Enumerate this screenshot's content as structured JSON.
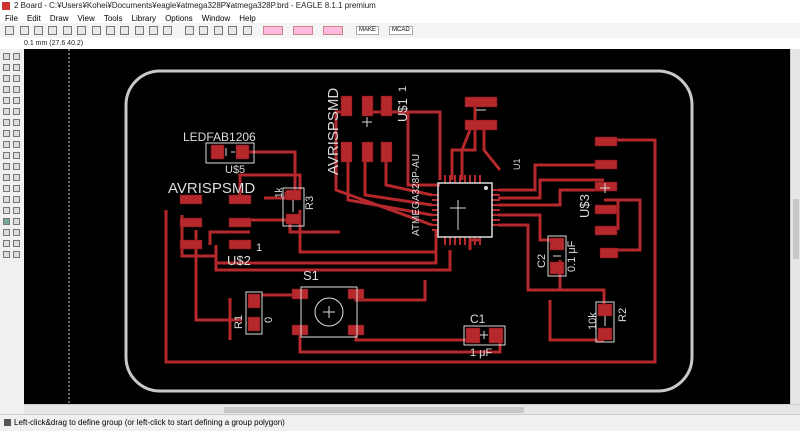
{
  "window": {
    "title": "2 Board - C:¥Users¥Kohei¥Documents¥eagle¥atmega328P¥atmega328P.brd - EAGLE 8.1.1 premium"
  },
  "menu": [
    "File",
    "Edit",
    "Draw",
    "View",
    "Tools",
    "Library",
    "Options",
    "Window",
    "Help"
  ],
  "toolbar": {
    "make_label": "MAKE",
    "mcad_label": "MCAD"
  },
  "coords": "0.1 mm (27.6 40.2)",
  "status": "Left-click&drag to define group (or left-click to start defining a group polygon)",
  "labels": {
    "ledfab": "LEDFAB1206",
    "u5": "U$5",
    "avrisp_left": "AVRISPSMD",
    "u2": "U$2",
    "one_left": "1",
    "r3_val": "1k",
    "r3_name": "R3",
    "s1": "S1",
    "avrisp_top": "AVRISPSMD",
    "u1": "U$1",
    "one_top": "1",
    "chip": "ATMEGA328P-AU",
    "u1_chip": "U1",
    "u3": "U$3",
    "c2_val": "0.1 μF",
    "c2_name": "C2",
    "r1_name": "R1",
    "r1_val": "0",
    "c1_name": "C1",
    "c1_val": "1 μF",
    "r2_val": "10k",
    "r2_name": "R2"
  },
  "colors": {
    "canvas": "#000000",
    "copper": "#b5282c",
    "outline": "#c8c8c8",
    "silk": "#dcdcdc"
  }
}
